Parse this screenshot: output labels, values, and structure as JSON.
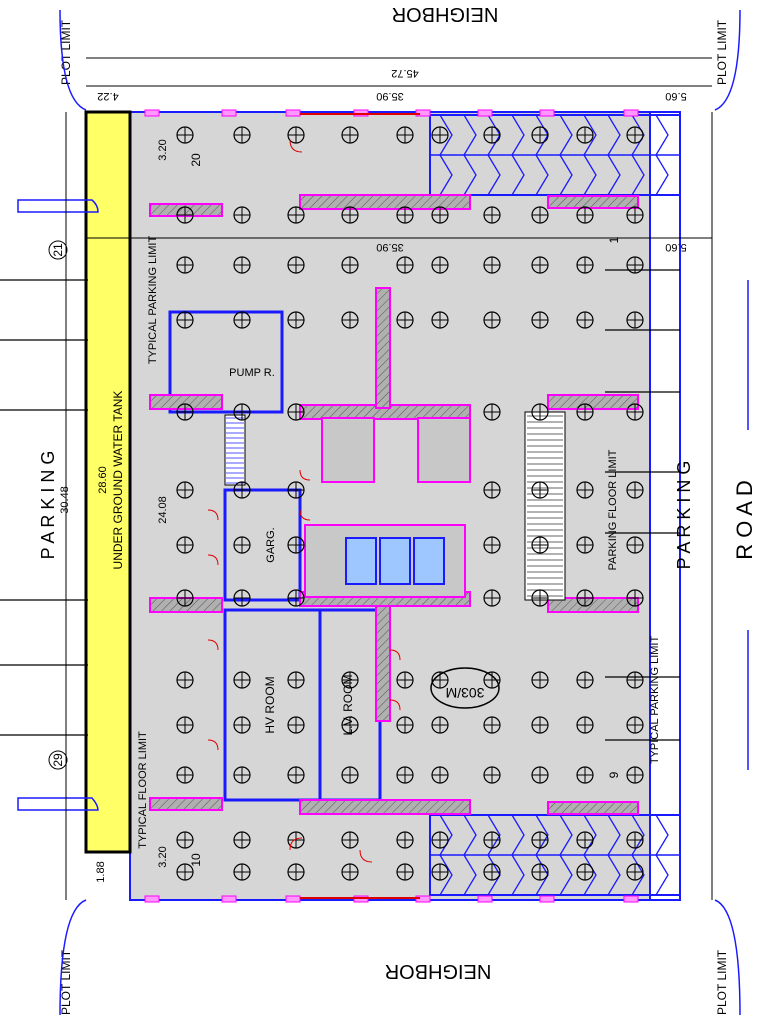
{
  "labels": {
    "neighbor": "NEIGHBOR",
    "plot_limit": "PLOT LIMIT",
    "parking": "P A R K I N G",
    "road": "R O A D",
    "underground_tank": "UNDER GROUND WATER TANK",
    "pump_room": "PUMP R.",
    "garage": "GARG.",
    "hv_room": "HV ROOM",
    "lv_room": "L.V. ROOM",
    "typical_parking_limit": "TYPICAL PARKING LIMIT",
    "typical_floor_limit": "TYPICAL FLOOR LIMIT",
    "parking_floor_limit": "PARKING FLOOR LIMIT",
    "tank_label": "303/M"
  },
  "dimensions": {
    "overall": "45.72",
    "d1": "35.90",
    "d2": "5.60",
    "d3": "4.22",
    "d4": "35.90",
    "d5": "5.60",
    "d6": "28.60",
    "d7": "30.48",
    "d8": "24.08",
    "d9": "3.20",
    "d10": "3.20",
    "d11": "1.88",
    "d12": "20"
  },
  "numbers": {
    "n21": "21",
    "n29": "29",
    "n20": "20",
    "n10": "10",
    "n1": "1",
    "n9": "9"
  },
  "colors": {
    "wall_line": "#ff00ff",
    "room_line": "#1a1aff",
    "floor_fill": "#d6d6d6",
    "tank_fill": "#ffff66",
    "door_line": "#e00000"
  }
}
